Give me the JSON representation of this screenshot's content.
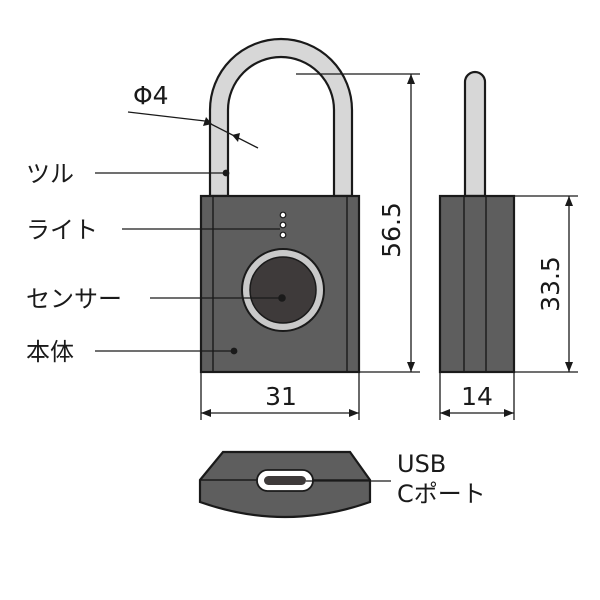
{
  "labels": {
    "shackle": "ツル",
    "light": "ライト",
    "sensor": "センサー",
    "body": "本体",
    "usb_line1": "USB",
    "usb_line2": "Cポート"
  },
  "dimensions": {
    "shackle_diameter": "Φ4",
    "total_height": "56.5",
    "body_height": "33.5",
    "width": "31",
    "depth": "14"
  },
  "colors": {
    "body": "#5e5e5e",
    "sensor_dark": "#3e3a3a",
    "shackle": "#d7d7d7",
    "outline": "#1a1a1a"
  }
}
